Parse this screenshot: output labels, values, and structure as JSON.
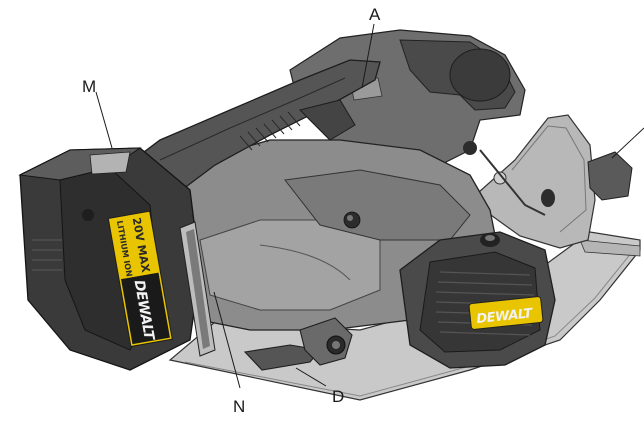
{
  "callouts": {
    "A": "A",
    "M": "M",
    "N": "N",
    "D": "D"
  },
  "branding": {
    "battery_logo": "DEWALT",
    "motor_badge": "DEWALT",
    "battery_voltage": "20V MAX",
    "battery_type": "LITHIUM ION"
  },
  "colors": {
    "body_dark": "#3d3d3d",
    "body_mid": "#6e6e6e",
    "body_light": "#a6a6a6",
    "highlight": "#d4d4d4",
    "ink": "#1a1a1a"
  }
}
